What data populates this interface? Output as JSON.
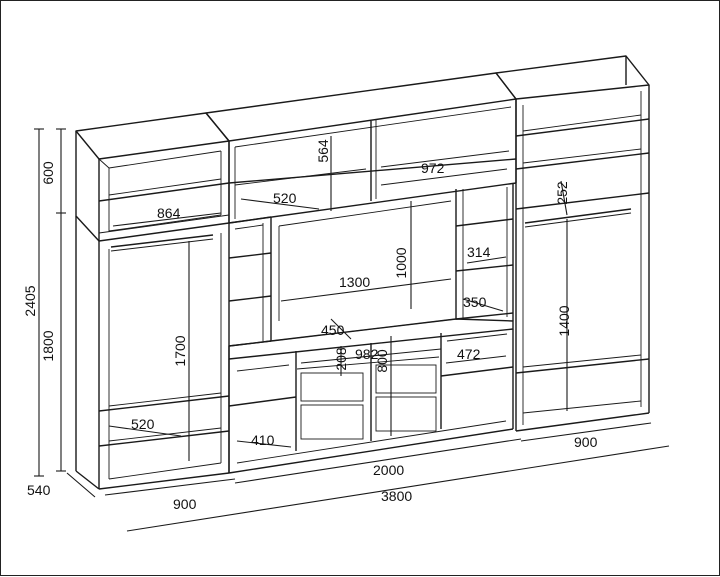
{
  "dimensions": {
    "total_height": "2405",
    "top_section_height": "600",
    "lower_section_height": "1800",
    "depth": "540",
    "left_wardrobe_width": "900",
    "right_wardrobe_width": "900",
    "center_width": "2000",
    "total_width": "3800",
    "left_shelf_width": "864",
    "left_lower_shelf_width": "520",
    "left_hanging_height": "1700",
    "top_compartment_depth": "520",
    "top_compartment_height": "564",
    "top_right_width": "972",
    "tv_niche_width": "1300",
    "tv_niche_height": "1000",
    "center_right_shelf_width": "314",
    "center_right_low_shelf": "350",
    "center_shelf_depth": "450",
    "drawer_height": "208",
    "drawer_unit_width": "982",
    "drawer_unit_height": "800",
    "center_right_width": "472",
    "center_left_width": "410",
    "right_top_gap": "252",
    "right_hanging_height": "1400"
  }
}
